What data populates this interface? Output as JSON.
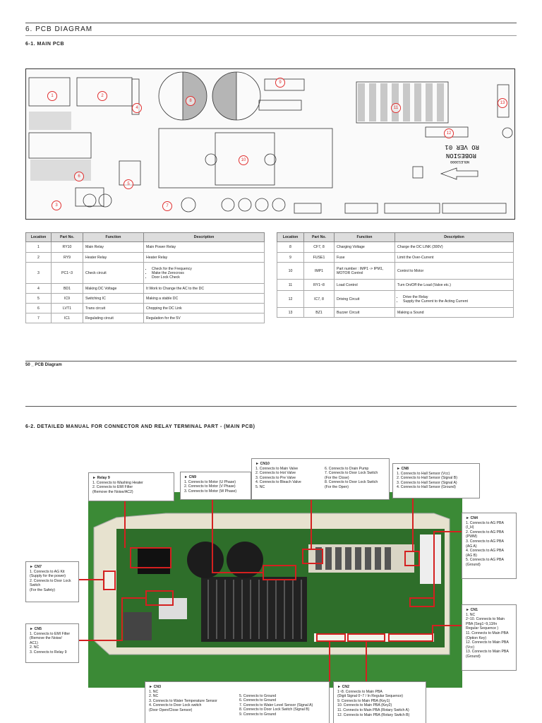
{
  "section_title": "6.  PCB DIAGRAM",
  "sub1": "6-1.  MAIN PCB",
  "sub2": "6-2.  DETAILED MANUAL FOR CONNECTOR AND RELAY TERMINAL PART - (MAIN PCB)",
  "footer": "50 _ PCB Diagram",
  "pcb_text": {
    "ver": "RO VER 01",
    "code": "ROBESION",
    "sub": "NOLES3000"
  },
  "markers": [
    "1",
    "2",
    "3",
    "4",
    "5",
    "6",
    "7",
    "8",
    "9",
    "10",
    "11",
    "12",
    "13"
  ],
  "table_headers": [
    "Location",
    "Part No.",
    "Function",
    "Description"
  ],
  "left_rows": [
    {
      "loc": "1",
      "part": "RY10",
      "func": "Main Relay",
      "desc": "Main Power Relay"
    },
    {
      "loc": "2",
      "part": "RY9",
      "func": "Heater Relay",
      "desc": "Heater Relay"
    },
    {
      "loc": "3",
      "part": "PC1~3",
      "func": "Check circuit",
      "desc": [
        "Check for the Frequency",
        "Make the Zerocross",
        "Door Lock Check"
      ]
    },
    {
      "loc": "4",
      "part": "BD1",
      "func": "Making DC Voltage",
      "desc": "It Work to Change the AC to the DC"
    },
    {
      "loc": "5",
      "part": "IC9",
      "func": "Switching IC",
      "desc": "Making a stable DC"
    },
    {
      "loc": "6",
      "part": "LVT1",
      "func": "Trans circuit",
      "desc": "Chopping the DC Link"
    },
    {
      "loc": "7",
      "part": "IC1",
      "func": "Regulating circuit",
      "desc": "Regulation for the 5V"
    }
  ],
  "right_rows": [
    {
      "loc": "8",
      "part": "CF7, 8",
      "func": "Charging Voltage",
      "desc": "Charge the DC LINK (300V)"
    },
    {
      "loc": "9",
      "part": "FUSE1",
      "func": "Fuse",
      "desc": "Limit the Over-Current"
    },
    {
      "loc": "10",
      "part": "IMP1",
      "func": "Part number : IMP1 -> IPM1, MOTOR Control",
      "desc": "Control to Motor"
    },
    {
      "loc": "11",
      "part": "RY1~8",
      "func": "Load Control",
      "desc": "Turn On/Off the Load (Valve etc.)"
    },
    {
      "loc": "12",
      "part": "IC7, 8",
      "func": "Driving Circuit",
      "desc": [
        "Drive the Relay",
        "Supply the Current to the Acting Current"
      ]
    },
    {
      "loc": "13",
      "part": "BZ1",
      "func": "Buzzer Circuit",
      "desc": "Making a Sound"
    }
  ],
  "callouts": {
    "relay9": {
      "title": "Relay 9",
      "items": [
        "1.  Connects to Washing Heater",
        "2.  Connects to EMI Filter",
        "     (Remove the Noise/AC2)"
      ]
    },
    "cn9": {
      "title": "CN9",
      "items": [
        "1.  Connects to Motor (U Phase)",
        "2.  Connects to Motor (V Phase)",
        "3.  Connects to Motor (W Phase)"
      ]
    },
    "cn10": {
      "title": "CN10",
      "col1": [
        "1.  Connects to Main Valve",
        "2.  Connects to Hot Valve",
        "3.  Connects to Pre Valve",
        "4.  Connects to Bleach Valve",
        "5.  NC"
      ],
      "col2": [
        "6.  Connects to Drain Pump",
        "7.  Connects to Door Lock Switch",
        "     (For the Close)",
        "8.  Connects to Door Lock Switch",
        "     (For the Open)"
      ]
    },
    "cn8": {
      "title": "CN8",
      "items": [
        "1.  Connects to Hall Sensor (Vcc)",
        "2.  Connects to Hall Sensor (Signal B)",
        "3.  Connects to Hall Sensor (Signal A)",
        "4.  Connects to Hall Sensor (Ground)"
      ]
    },
    "cn4": {
      "title": "CN4",
      "items": [
        "1.  Connects to AG PBA",
        "     (I_H)",
        "2.  Connects to AG PBA",
        "     (PWM)",
        "3.  Connects to AG PBA",
        "     (AG A)",
        "4.  Connects to AG PBA",
        "     (AG B)",
        "5.  Connects to AG PBA",
        "     (Ground)"
      ]
    },
    "cn7": {
      "title": "CN7",
      "items": [
        "1.  Connects to AG Kit",
        "     (Supply for the power)",
        "2.  Connects to Door Lock",
        "     Switch",
        "     (For the Safety)"
      ]
    },
    "cn5": {
      "title": "CN5",
      "items": [
        "1.  Connects to EMI Filter",
        "     (Remove the Noise/",
        "     AC1)",
        "2.  NC",
        "3.  Connects to Relay 9"
      ]
    },
    "cn1": {
      "title": "CN1",
      "items": [
        "1.  NC",
        "2~10. Connects to Main",
        "       PBA (Seg1~9,13/In",
        "       Regular Sequence )",
        "11. Connects to Main PBA",
        "     (Option Key)",
        "12. Connects to Main PBA",
        "     (Vcc)",
        "13. Connects to Main PBA",
        "     (Ground)"
      ]
    },
    "cn3": {
      "title": "CN3",
      "col1": [
        "1.  NC",
        "2.  NC",
        "3.  Connects to Water Temperature Sensor",
        "4.  Connects to Door Lock switch",
        "     (Door Open/Close Sensor)"
      ],
      "col2": [
        "5.  Connects to Ground",
        "6.  Connects to Ground",
        "7.  Connects to Water Level Sensor (Signal A)",
        "8.  Connects to Door Lock Switch (Signal B)",
        "9.  Connects to Ground"
      ]
    },
    "cn2": {
      "title": "CN2",
      "items": [
        "1~8.  Connects to Main PBA",
        "        (Digit Signal 0~7 / In Regular Sequence)",
        "9.  Connects to Main PBA (Key1)",
        "10. Connects to Main PBA (Key2)",
        "11. Connects to Main PBA (Rotary Switch A)",
        "12. Connects to Main PBA (Rotary Switch B)"
      ]
    }
  }
}
